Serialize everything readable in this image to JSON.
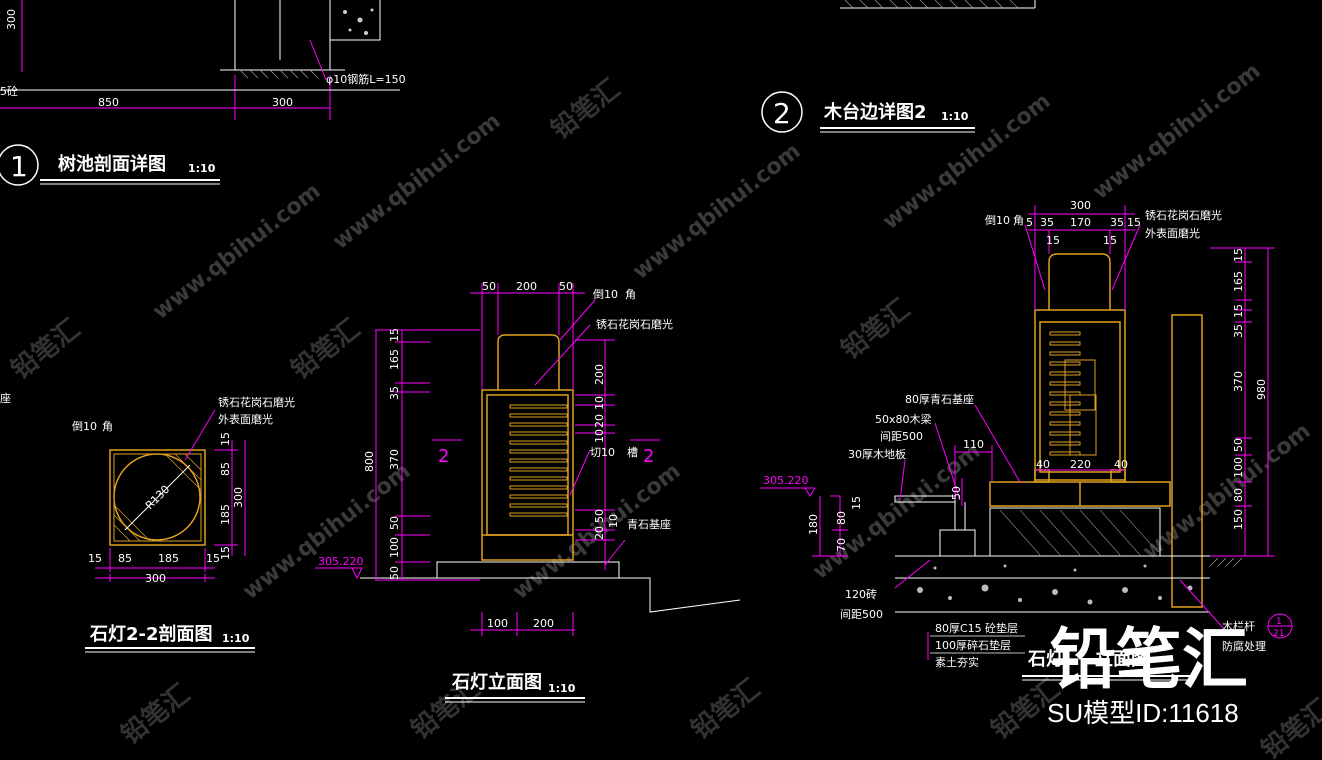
{
  "colors": {
    "background": "#000000",
    "dimension": "#ff00ff",
    "outline": "#e0a020",
    "text": "#ffffff",
    "underline": "#ffffff"
  },
  "detail1": {
    "number": "1",
    "title": "树池剖面详图",
    "scale": "1:10",
    "dims": [
      "850",
      "300",
      "300"
    ],
    "partial_label": "5砼",
    "rebar_note": "φ10钢筋L=150"
  },
  "detail2": {
    "number": "2",
    "title": "木台边详图2",
    "scale": "1:10"
  },
  "lamp_section": {
    "title": "石灯2-2剖面图",
    "scale": "1:10",
    "chamfer": "倒10",
    "chamfer_unit": "角",
    "note1": "锈石花岗石磨光",
    "note2": "外表面磨光",
    "radius": "R130",
    "dims_bottom": [
      "15",
      "85",
      "185",
      "15"
    ],
    "dims_total": "300",
    "dims_right": [
      "15",
      "85",
      "185",
      "15"
    ],
    "dims_right_total": "300",
    "partial_label": "座"
  },
  "lamp_elevation": {
    "title": "石灯立面图",
    "scale": "1:10",
    "dims_top": [
      "50",
      "200",
      "50"
    ],
    "chamfer": "倒10",
    "chamfer_unit": "角",
    "material": "锈石花岗石磨光",
    "dims_left": [
      "15",
      "165",
      "35",
      "370",
      "50",
      "100",
      "50"
    ],
    "dims_total": "800",
    "dims_right": [
      "200",
      "10",
      "20",
      "10",
      "50",
      "20",
      "10"
    ],
    "cut_note": "切10",
    "groove": "槽",
    "section_mark": "2",
    "base_note": "青石基座",
    "elevation": "305.220",
    "dims_bottom": [
      "100",
      "200"
    ]
  },
  "deck_detail": {
    "dims_top": [
      "300",
      "35",
      "170",
      "35",
      "15",
      "5",
      "15",
      "15"
    ],
    "chamfer": "倒10",
    "chamfer_unit": "角",
    "note1": "锈石花岗石磨光",
    "note2": "外表面磨光",
    "base_note": "80厚青石基座",
    "beam_note": "50x80木梁",
    "spacing_note": "间距500",
    "floor_note": "30厚木地板",
    "dim_110": "110",
    "dim_40a": "40",
    "dim_220": "220",
    "dim_40b": "40",
    "dim_50": "50",
    "dims_left": [
      "15",
      "180",
      "70",
      "80"
    ],
    "elevation": "305.220",
    "dims_right": [
      "15",
      "165",
      "15",
      "35",
      "370",
      "50",
      "100",
      "80",
      "150"
    ],
    "dims_right_total": "980",
    "brick": "120砖",
    "brick_spacing": "间距500",
    "layer1": "80厚C15",
    "layer1b": "砼垫层",
    "layer2": "100厚碎石垫层",
    "layer3": "素土夯实",
    "side_note1": "木栏杆",
    "side_note2": "防腐处理",
    "partial_title": "石灯",
    "partial_title2": "立面图",
    "circle_mark": "1",
    "circle_sub": "21"
  },
  "watermark": {
    "brand": "铅笔汇",
    "model_id": "SU模型ID:11618",
    "url": "www.qbihui.com"
  }
}
